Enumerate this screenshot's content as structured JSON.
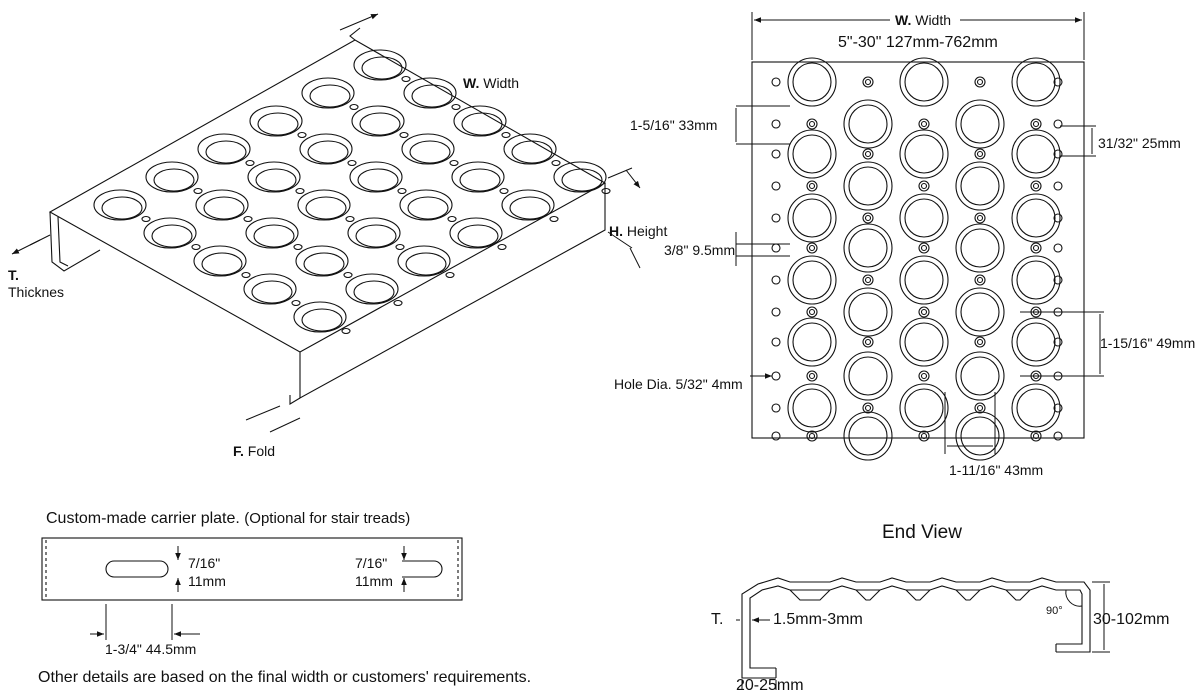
{
  "iso_view": {
    "width_letter": "W.",
    "width_word": "Width",
    "height_letter": "H.",
    "height_word": "Height",
    "thickness_letter": "T.",
    "thickness_word": "Thicknes",
    "fold_letter": "F.",
    "fold_word": "Fold"
  },
  "top_view": {
    "width_letter": "W.",
    "width_word": "Width",
    "width_range": "5\"-30\"  127mm-762mm",
    "dim_large_hole_pitch": "1-5/16\" 33mm",
    "dim_small_hole_pitch": "31/32\" 25mm",
    "dim_height_bump": "3/8\" 9.5mm",
    "dim_row_pitch": "1-15/16\" 49mm",
    "dim_small_hole": "Hole Dia. 5/32\" 4mm",
    "dim_hole_dia": "1-11/16\"  43mm"
  },
  "carrier_plate": {
    "title_main": "Custom-made carrier plate.",
    "title_note": "(Optional for stair treads)",
    "slot_width_label_1": "7/16\"",
    "slot_width_label_2": "11mm",
    "end_slot_label_1": "7/16\"",
    "end_slot_label_2": "11mm",
    "offset_label": "1-3/4\" 44.5mm"
  },
  "end_view": {
    "title": "End View",
    "thickness_letter": "T.",
    "thickness_range": "1.5mm-3mm",
    "angle_label": "90°",
    "height_range": "30-102mm",
    "fold_range": "20-25mm"
  },
  "footer_note": "Other details are based on the final width or customers' requirements.",
  "colors": {
    "line": "#111111",
    "watermark": "#8fb3d9"
  }
}
